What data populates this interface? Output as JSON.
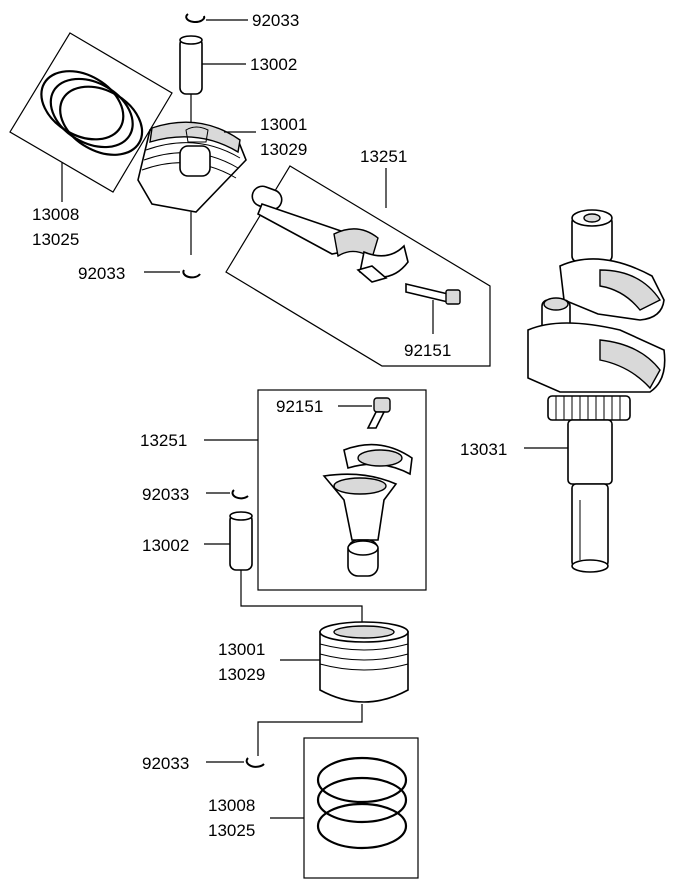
{
  "diagram": {
    "labels": {
      "top_ring_top": "92033",
      "top_pin": "13002",
      "top_piston_a": "13001",
      "top_piston_b": "13029",
      "top_rings_a": "13008",
      "top_rings_b": "13025",
      "top_ring_bottom": "92033",
      "top_rod": "13251",
      "top_bolt": "92151",
      "crankshaft": "13031",
      "bot_bolt": "92151",
      "bot_rod": "13251",
      "bot_ring_top": "92033",
      "bot_pin": "13002",
      "bot_piston_a": "13001",
      "bot_piston_b": "13029",
      "bot_ring_bottom": "92033",
      "bot_rings_a": "13008",
      "bot_rings_b": "13025"
    }
  }
}
